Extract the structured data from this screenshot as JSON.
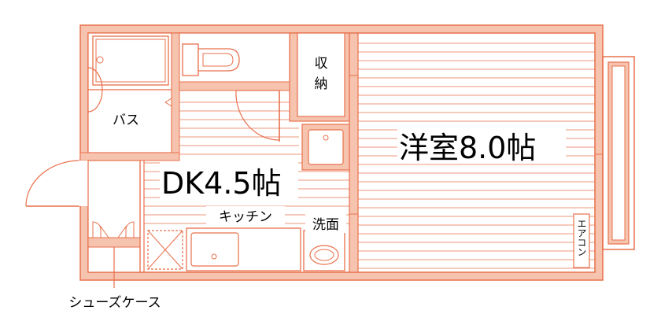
{
  "colors": {
    "wall": "#F6C3AE",
    "line": "#E8704C",
    "background": "#FFFFFF",
    "text": "#000000"
  },
  "rooms": {
    "bath": "バス",
    "storage": "収\n納",
    "storage_line1": "収",
    "storage_line2": "納",
    "dk": "DK4.5帖",
    "western_room": "洋室8.0帖",
    "kitchen": "キッチン",
    "washroom": "洗面",
    "aircon": "エアコン",
    "shoe_case": "シューズケース"
  }
}
